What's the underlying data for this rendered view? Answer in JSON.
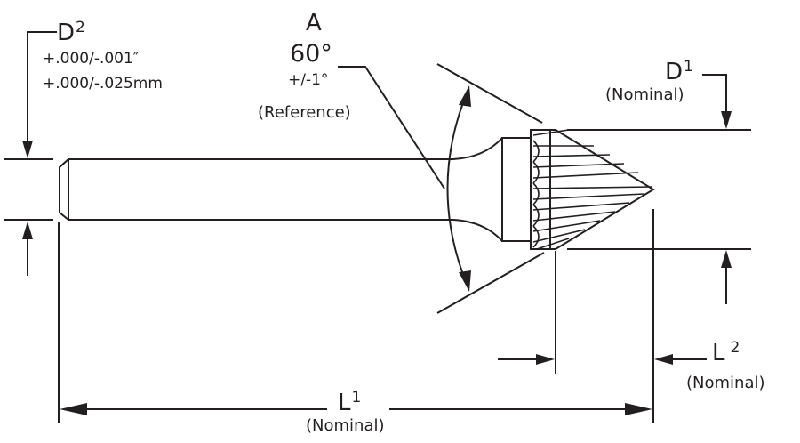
{
  "colors": {
    "ink": "#231f20",
    "background": "#ffffff"
  },
  "labels": {
    "d2": {
      "letter": "D",
      "index": "2",
      "tol_in": "+.000/-.001″",
      "tol_mm": "+.000/-.025mm"
    },
    "a": {
      "letter": "A",
      "angle": "60°",
      "tol": "+/-1°",
      "note": "(Reference)"
    },
    "d1": {
      "letter": "D",
      "index": "1",
      "note": "(Nominal)"
    },
    "l2": {
      "letter": "L",
      "index": "2",
      "note": "(Nominal)"
    },
    "l1": {
      "letter": "L",
      "index": "1",
      "note": "(Nominal)"
    }
  }
}
